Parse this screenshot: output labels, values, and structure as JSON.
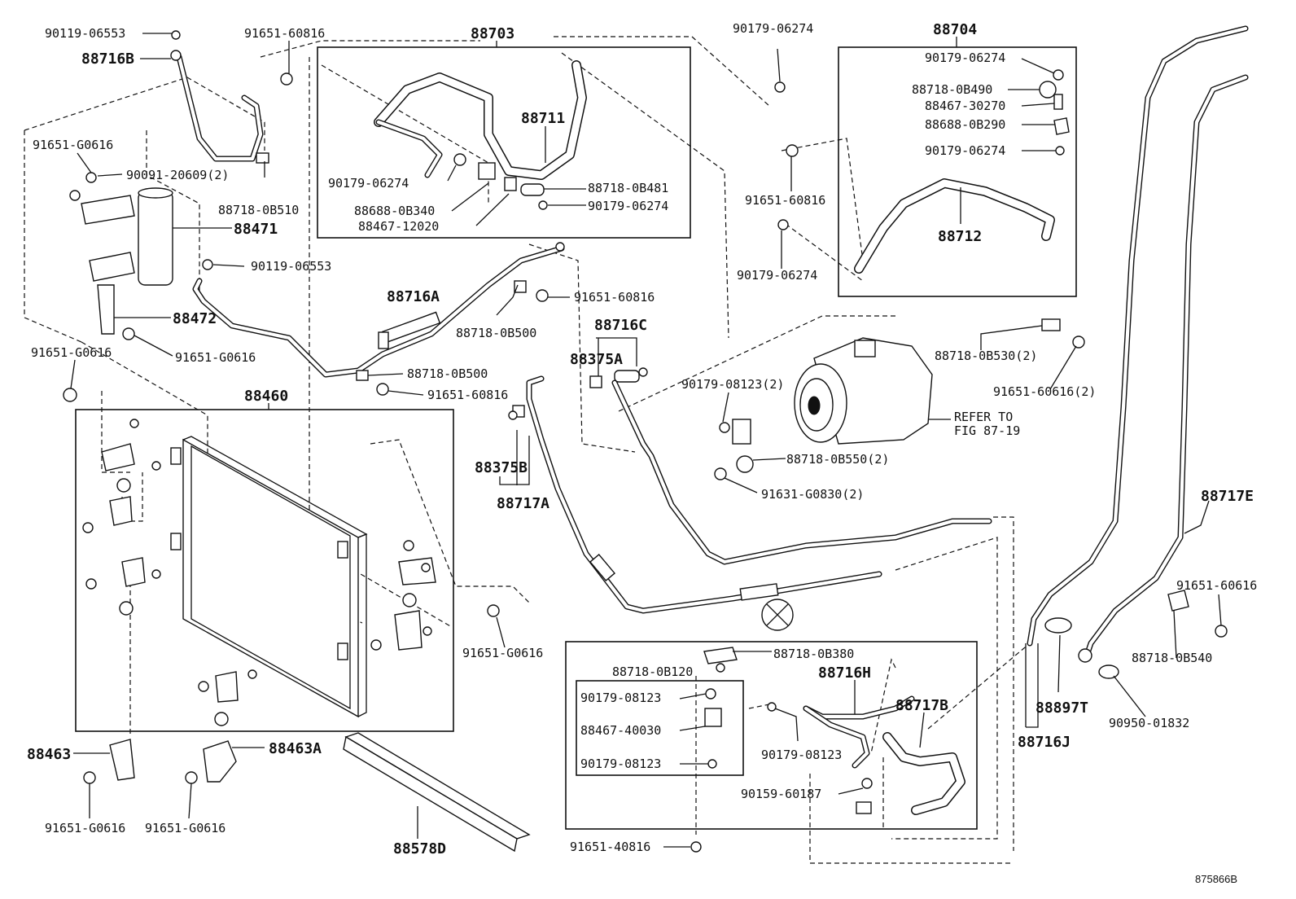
{
  "diagram": {
    "figure_code": "875866B",
    "note": {
      "line1": "REFER TO",
      "line2": "FIG 87-19"
    },
    "groups": {
      "g88703": "88703",
      "g88704": "88704",
      "g88460": "88460"
    },
    "labels": {
      "l01": "90119-06553",
      "l02": "88716B",
      "l03": "91651-60816",
      "l04": "91651-G0616",
      "l05": "90091-20609(2)",
      "l06": "88718-0B510",
      "l07": "88471",
      "l08": "90119-06553",
      "l09": "88472",
      "l10": "91651-G0616",
      "l11": "91651-G0616",
      "l12": "88711",
      "l13": "90179-06274",
      "l14": "88718-0B481",
      "l15": "88688-0B340",
      "l16": "90179-06274",
      "l17": "88467-12020",
      "l18": "88716A",
      "l19": "91651-60816",
      "l20": "88718-0B500",
      "l21": "88718-0B500",
      "l22": "91651-60816",
      "l23": "90179-06274",
      "l24": "90179-06274",
      "l25": "88718-0B490",
      "l26": "88467-30270",
      "l27": "88688-0B290",
      "l28": "90179-06274",
      "l29": "91651-60816",
      "l30": "88712",
      "l31": "90179-06274",
      "l32": "88716C",
      "l33": "88375A",
      "l34": "88718-0B530(2)",
      "l35": "91651-60616(2)",
      "l36": "90179-08123(2)",
      "l37": "88718-0B550(2)",
      "l38": "91631-G0830(2)",
      "l39": "88375B",
      "l40": "88717A",
      "l41": "88717E",
      "l42": "91651-G0616",
      "l43": "91651-60616",
      "l44": "88718-0B540",
      "l45": "88718-0B380",
      "l46": "88718-0B120",
      "l47": "88716H",
      "l48": "90179-08123",
      "l49": "88467-40030",
      "l50": "90179-08123",
      "l51": "88717B",
      "l52": "90179-08123",
      "l53": "90159-60187",
      "l54": "88897T",
      "l55": "88716J",
      "l56": "90950-01832",
      "l57": "88463",
      "l58": "88463A",
      "l59": "91651-G0616",
      "l60": "91651-G0616",
      "l61": "88578D",
      "l62": "91651-40816"
    }
  }
}
